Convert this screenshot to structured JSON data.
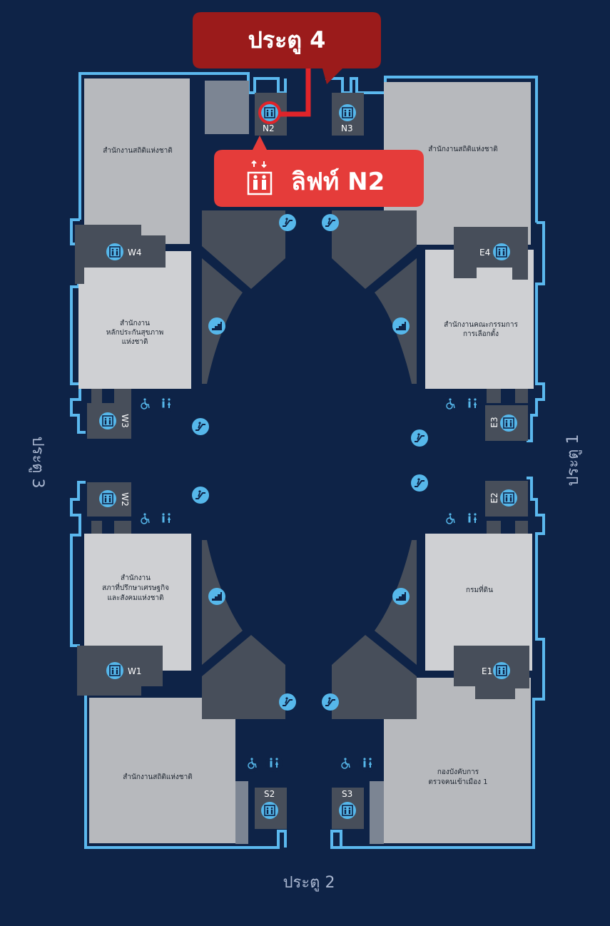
{
  "gates": {
    "north": "ประตู 4",
    "south": "ประตู 2",
    "east": "ประตู 1",
    "west": "ประตู 3"
  },
  "callouts": {
    "gate_highlight": "ประตู 4",
    "lift_highlight": "ลิฟท์ N2"
  },
  "rooms": {
    "nw": "สำนักงานสถิติแห่งชาติ",
    "ne": "สำนักงานสถิติแห่งชาติ",
    "w_upper": [
      "สำนักงาน",
      "หลักประกันสุขภาพ",
      "แห่งชาติ"
    ],
    "e_upper": [
      "สำนักงานคณะกรรมการ",
      "การเลือกตั้ง"
    ],
    "w_lower": [
      "สำนักงาน",
      "สภาที่ปรึกษาเศรษฐกิจ",
      "และสังคมแห่งชาติ"
    ],
    "e_lower": "กรมที่ดิน",
    "sw": "สำนักงานสถิติแห่งชาติ",
    "se": [
      "กองบังคับการ",
      "ตรวจคนเข้าเมือง 1"
    ]
  },
  "lifts": {
    "n2": "N2",
    "n3": "N3",
    "w4": "W4",
    "w3": "W3",
    "w2": "W2",
    "w1": "W1",
    "e4": "E4",
    "e3": "E3",
    "e2": "E2",
    "e1": "E1",
    "s2": "S2",
    "s3": "S3"
  },
  "colors": {
    "background": "#0e2347",
    "outline": "#5bb8ee",
    "room_light": "#cfd0d3",
    "room_grey": "#b7b9bd",
    "block_dark": "#474e5a",
    "icon_circle": "#56b7ea",
    "callout_dark_red": "#9b1b1b",
    "callout_red": "#e53c3a",
    "highlight_ring": "#e0242a"
  },
  "icons": {
    "lift": "elevator-icon",
    "escalator": "escalator-icon",
    "stairs": "stairs-icon",
    "wheelchair": "wheelchair-icon",
    "restroom": "restroom-icon"
  }
}
